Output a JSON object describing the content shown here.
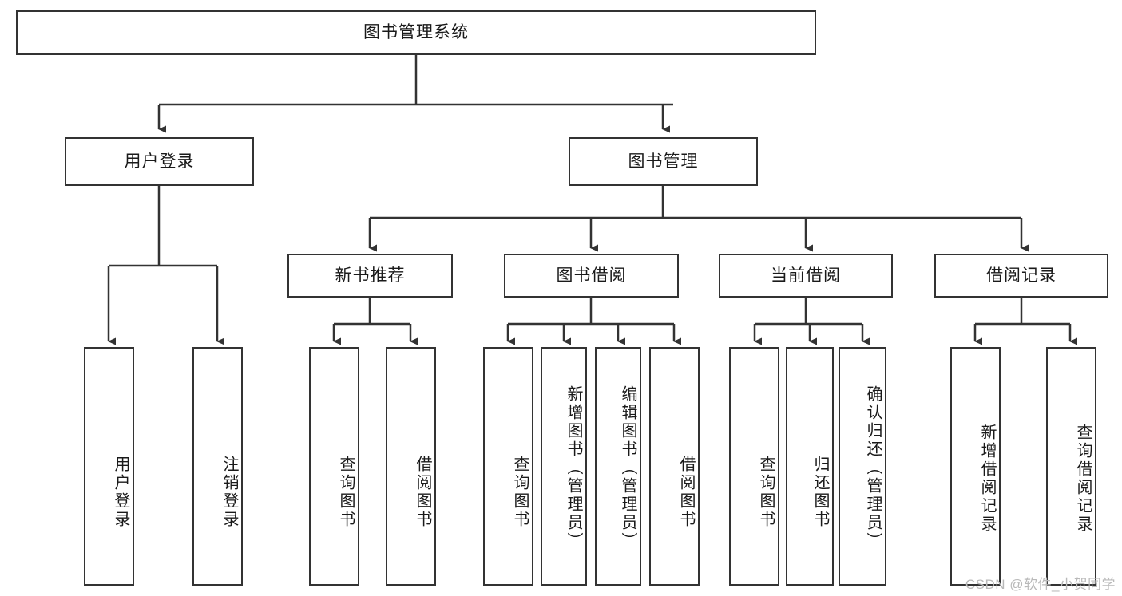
{
  "diagram": {
    "type": "hierarchy-tree",
    "title": "图书管理系统",
    "watermark": "CSDN @软件_小贺同学",
    "colors": {
      "stroke": "#333333",
      "fill": "#ffffff",
      "text": "#1a1a1a",
      "watermark": "#b9b9b9"
    },
    "nodes": {
      "root": {
        "label": "图书管理系统",
        "level": 0,
        "orientation": "horizontal"
      },
      "l1": [
        {
          "id": "user-login",
          "label": "用户登录",
          "level": 1,
          "orientation": "horizontal"
        },
        {
          "id": "book-management",
          "label": "图书管理",
          "level": 1,
          "orientation": "horizontal"
        }
      ],
      "l2": [
        {
          "id": "new-book-recommend",
          "label": "新书推荐",
          "level": 2,
          "orientation": "horizontal",
          "parent": "book-management"
        },
        {
          "id": "book-borrow",
          "label": "图书借阅",
          "level": 2,
          "orientation": "horizontal",
          "parent": "book-management"
        },
        {
          "id": "current-borrow",
          "label": "当前借阅",
          "level": 2,
          "orientation": "horizontal",
          "parent": "book-management"
        },
        {
          "id": "borrow-record",
          "label": "借阅记录",
          "level": 2,
          "orientation": "horizontal",
          "parent": "book-management"
        }
      ],
      "leaves": [
        {
          "id": "leaf-user-login",
          "label": "用户登录",
          "parent": "user-login",
          "orientation": "vertical"
        },
        {
          "id": "leaf-user-logout",
          "label": "注销登录",
          "parent": "user-login",
          "orientation": "vertical"
        },
        {
          "id": "leaf-query-book-1",
          "label": "查询图书",
          "parent": "new-book-recommend",
          "orientation": "vertical"
        },
        {
          "id": "leaf-borrow-book-1",
          "label": "借阅图书",
          "parent": "new-book-recommend",
          "orientation": "vertical"
        },
        {
          "id": "leaf-query-book-2",
          "label": "查询图书",
          "parent": "book-borrow",
          "orientation": "vertical"
        },
        {
          "id": "leaf-add-book",
          "label": "新增图书（管理员）",
          "parent": "book-borrow",
          "orientation": "vertical"
        },
        {
          "id": "leaf-edit-book",
          "label": "编辑图书（管理员）",
          "parent": "book-borrow",
          "orientation": "vertical"
        },
        {
          "id": "leaf-borrow-book-2",
          "label": "借阅图书",
          "parent": "book-borrow",
          "orientation": "vertical"
        },
        {
          "id": "leaf-query-book-3",
          "label": "查询图书",
          "parent": "current-borrow",
          "orientation": "vertical"
        },
        {
          "id": "leaf-return-book",
          "label": "归还图书",
          "parent": "current-borrow",
          "orientation": "vertical"
        },
        {
          "id": "leaf-confirm-return",
          "label": "确认归还（管理员）",
          "parent": "current-borrow",
          "orientation": "vertical"
        },
        {
          "id": "leaf-add-record",
          "label": "新增借阅记录",
          "parent": "borrow-record",
          "orientation": "vertical"
        },
        {
          "id": "leaf-query-record",
          "label": "查询借阅记录",
          "parent": "borrow-record",
          "orientation": "vertical"
        }
      ]
    }
  }
}
